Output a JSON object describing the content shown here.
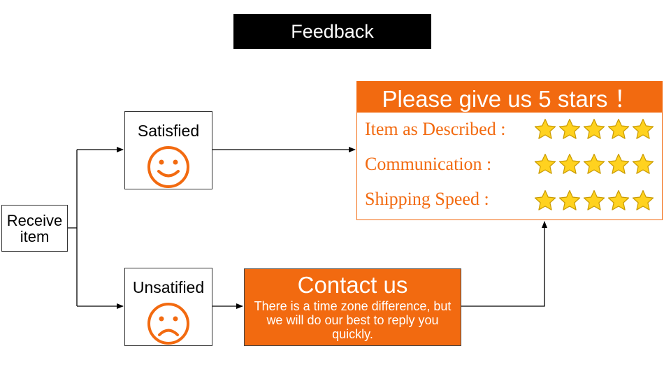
{
  "title": "Feedback",
  "start_node": {
    "label": "Receive item"
  },
  "satisfied": {
    "label": "Satisfied",
    "icon": "smiley-face-icon"
  },
  "unsatisfied": {
    "label": "Unsatified",
    "icon": "sad-face-icon"
  },
  "contact": {
    "title": "Contact us",
    "text": "There is a time zone difference, but we will do our best to reply you quickly."
  },
  "rating_panel": {
    "header": "Please give us 5 stars ！",
    "rows": [
      {
        "label": "Item as Described :",
        "stars": 5
      },
      {
        "label": "Communication :",
        "stars": 5
      },
      {
        "label": "Shipping Speed :",
        "stars": 5
      }
    ]
  },
  "colors": {
    "accent": "#f26a10",
    "title_bg": "#000000",
    "star_fill": "#ffd21f",
    "star_edge": "#c99a00"
  }
}
